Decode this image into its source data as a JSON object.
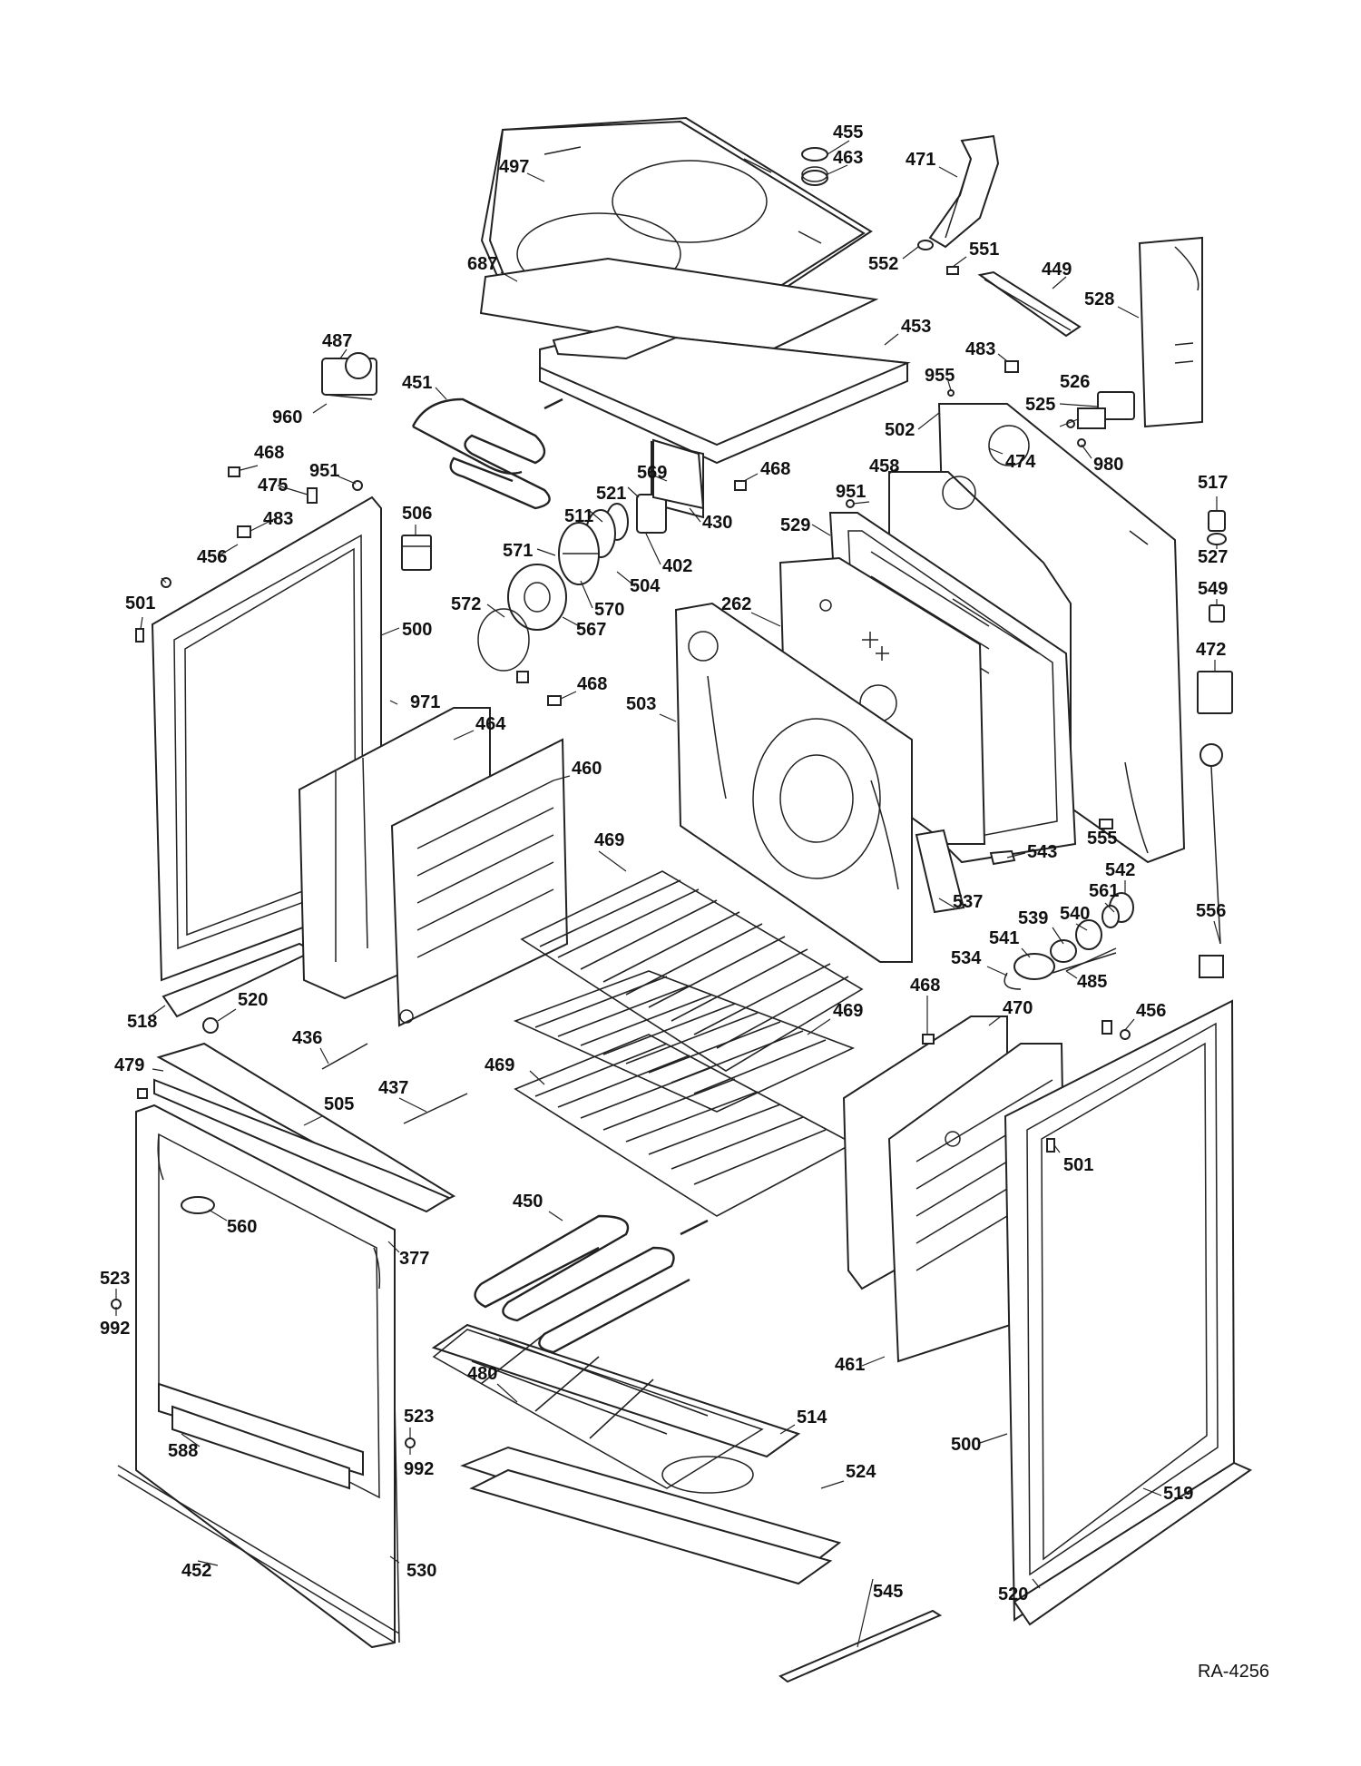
{
  "drawing": {
    "reference_code": "RA-4256",
    "callouts": {
      "c455": "455",
      "c463": "463",
      "c497": "497",
      "c471": "471",
      "c552": "552",
      "c551": "551",
      "c449": "449",
      "c528": "528",
      "c687": "687",
      "c453": "453",
      "c487": "487",
      "c960": "960",
      "c451": "451",
      "c483a": "483",
      "c955": "955",
      "c526": "526",
      "c525": "525",
      "c980": "980",
      "c502": "502",
      "c474": "474",
      "c468a": "468",
      "c475": "475",
      "c951a": "951",
      "c483b": "483",
      "c456a": "456",
      "c501a": "501",
      "c506": "506",
      "c500a": "500",
      "c569": "569",
      "c521": "521",
      "c511": "511",
      "c571": "571",
      "c504": "504",
      "c402": "402",
      "c570": "570",
      "c567": "567",
      "c572": "572",
      "c430": "430",
      "c468b": "468",
      "c458": "458",
      "c951b": "951",
      "c529": "529",
      "c262": "262",
      "c517": "517",
      "c527": "527",
      "c549": "549",
      "c472": "472",
      "c971": "971",
      "c468c": "468",
      "c503": "503",
      "c464": "464",
      "c460": "460",
      "c469a": "469",
      "c555": "555",
      "c543": "543",
      "c542": "542",
      "c561": "561",
      "c540": "540",
      "c539": "539",
      "c556": "556",
      "c537": "537",
      "c541": "541",
      "c534": "534",
      "c485": "485",
      "c468d": "468",
      "c470": "470",
      "c469b": "469",
      "c456b": "456",
      "c520a": "520",
      "c518": "518",
      "c436": "436",
      "c479": "479",
      "c437": "437",
      "c469c": "469",
      "c505": "505",
      "c501b": "501",
      "c560": "560",
      "c377": "377",
      "c450": "450",
      "c523a": "523",
      "c992a": "992",
      "c461": "461",
      "c514": "514",
      "c480": "480",
      "c588": "588",
      "c523b": "523",
      "c992b": "992",
      "c500b": "500",
      "c524": "524",
      "c519": "519",
      "c452": "452",
      "c530": "530",
      "c545": "545",
      "c520b": "520"
    }
  }
}
